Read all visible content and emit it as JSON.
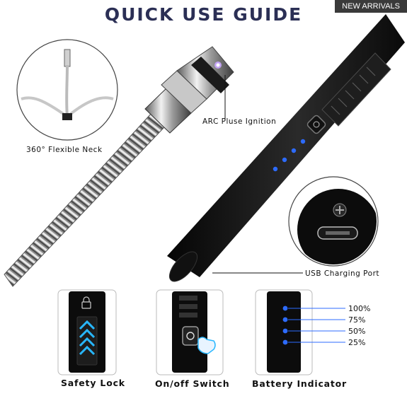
{
  "header": {
    "title": "QUICK USE GUIDE",
    "badge": "NEW ARRIVALS"
  },
  "callouts": {
    "flexible_neck": "360° Flexible Neck",
    "arc_ignition": "ARC Pluse Ignition",
    "usb_port": "USB Charging Port"
  },
  "panels": {
    "safety_lock": "Safety Lock",
    "on_off": "On/off Switch",
    "battery": "Battery Indicator"
  },
  "battery_levels": [
    "100%",
    "75%",
    "50%",
    "25%"
  ],
  "colors": {
    "title": "#2b2f55",
    "led_blue": "#2d6bff",
    "arrow_blue": "#28b7ff"
  }
}
